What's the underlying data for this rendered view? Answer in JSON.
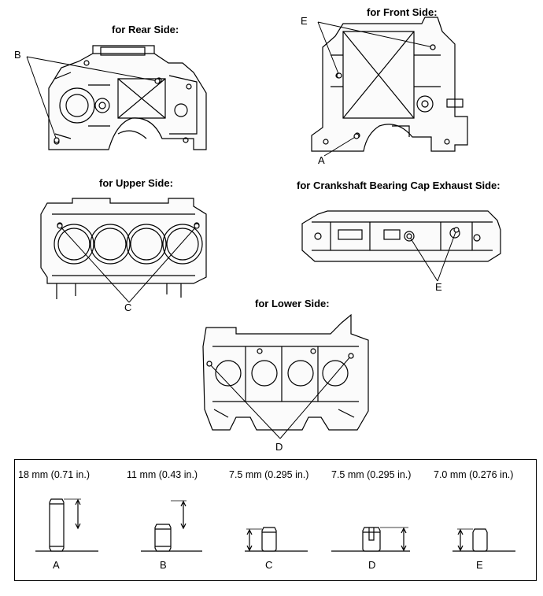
{
  "views": {
    "rear": {
      "title": "for Rear Side:",
      "callouts": [
        "B"
      ]
    },
    "front": {
      "title": "for Front Side:",
      "callouts": [
        "E",
        "A"
      ]
    },
    "upper": {
      "title": "for Upper Side:",
      "callouts": [
        "C"
      ]
    },
    "cap": {
      "title": "for Crankshaft Bearing Cap Exhaust Side:",
      "callouts": [
        "E"
      ]
    },
    "lower": {
      "title": "for Lower Side:",
      "callouts": [
        "D"
      ]
    }
  },
  "pins": [
    {
      "label": "A",
      "length": "18 mm (0.71 in.)"
    },
    {
      "label": "B",
      "length": "11 mm (0.43 in.)"
    },
    {
      "label": "C",
      "length": "7.5 mm (0.295 in.)"
    },
    {
      "label": "D",
      "length": "7.5 mm (0.295 in.)"
    },
    {
      "label": "E",
      "length": "7.0 mm (0.276 in.)"
    }
  ]
}
